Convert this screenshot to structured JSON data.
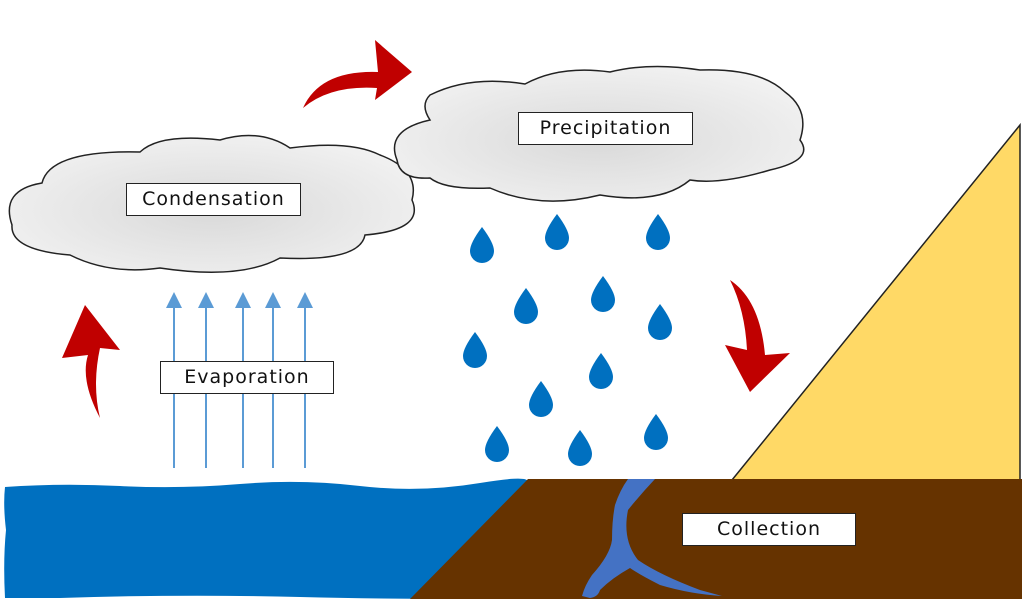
{
  "title": "Water Cycle",
  "stages": {
    "condensation": "Condensation",
    "precipitation": "Precipitation",
    "evaporation": "Evaporation",
    "collection": "Collection"
  },
  "colors": {
    "cloud_fill": "#e4e4e4",
    "cloud_stroke": "#222222",
    "arrow_red": "#c00000",
    "rain_drop": "#0070c0",
    "water": "#0070c0",
    "ground": "#663300",
    "river": "#4472c4",
    "mountain": "#ffd966",
    "evaporation_lines": "#5b9bd5"
  },
  "counts": {
    "rain_drops": 12,
    "evaporation_arrows": 5,
    "cycle_arrows": 3
  }
}
